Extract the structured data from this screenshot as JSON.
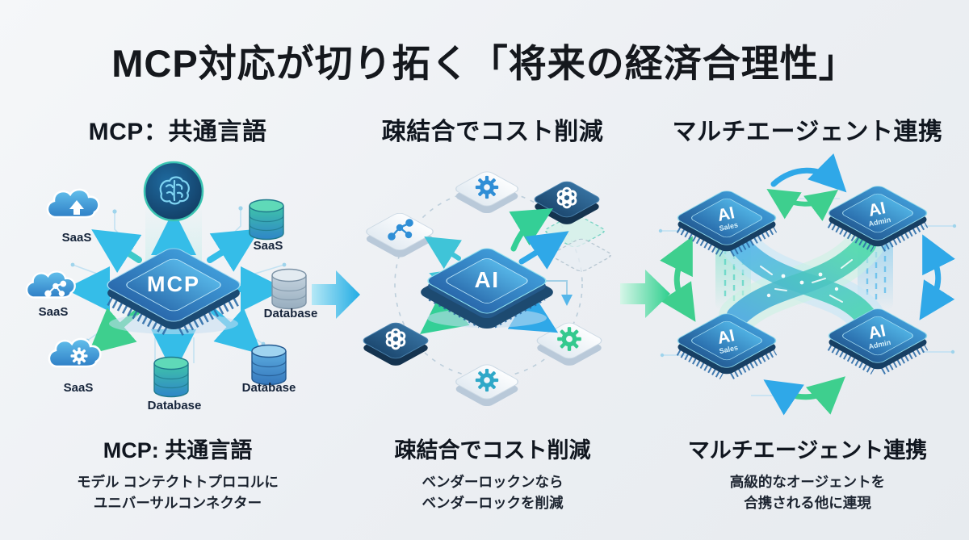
{
  "title": "MCP対応が切り拓く「将来の経済合理性」",
  "colors": {
    "accent_cyan": "#2fb5e8",
    "accent_green": "#3ecf8e",
    "chip_blue": "#2f74b4",
    "chip_navy": "#1b4a73",
    "background": "#eceff3",
    "text": "#141922"
  },
  "icons": {
    "brain": "brain-in-circle",
    "cloud_upload": "cloud-with-up-arrow",
    "cloud_share": "cloud-with-network-nodes",
    "cloud_gear": "cloud-with-gear",
    "database": "cylinder-stack",
    "gear": "cog-wheel",
    "openai": "hexagonal-knot-logo",
    "network": "connected-nodes"
  },
  "panels": {
    "left": {
      "header": "MCP：共通言語",
      "chip_label": "MCP",
      "nodes": {
        "saas_upload": "SaaS",
        "saas_share": "SaaS",
        "saas_gear": "SaaS",
        "saas_cylinder": "SaaS",
        "db_right": "Database",
        "db_bottom_center": "Database",
        "db_bottom_right": "Database"
      },
      "caption_title": "MCP: 共通言語",
      "caption_line1": "モデル コンテクトトプロコルに",
      "caption_line2": "ユニバーサルコンネクター"
    },
    "middle": {
      "header": "疎結合でコスト削減",
      "chip_label": "AI",
      "caption_title": "疎結合でコスト削減",
      "caption_line1": "ベンダーロックンなら",
      "caption_line2": "ベンダーロックを削減"
    },
    "right": {
      "header": "マルチエージェント連携",
      "chips": {
        "top_left": {
          "line1": "AI",
          "line2": "Sales"
        },
        "top_right": {
          "line1": "AI",
          "line2": "Admin"
        },
        "bottom_left": {
          "line1": "AI",
          "line2": "Sales"
        },
        "bottom_right": {
          "line1": "AI",
          "line2": "Admin"
        }
      },
      "caption_title": "マルチエージェント連携",
      "caption_line1": "高級的なオージェントを",
      "caption_line2": "合携される他に連現"
    }
  }
}
